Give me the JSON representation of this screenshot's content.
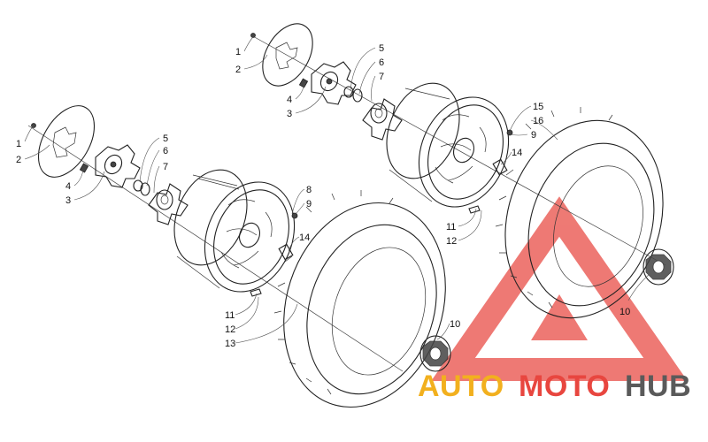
{
  "diagram": {
    "callouts_left": [
      "1",
      "2",
      "4",
      "3",
      "5",
      "6",
      "7",
      "8",
      "9",
      "14",
      "11",
      "12",
      "13",
      "10"
    ],
    "callouts_right": [
      "1",
      "2",
      "4",
      "3",
      "5",
      "6",
      "7",
      "15",
      "16",
      "9",
      "14",
      "11",
      "12",
      "10"
    ]
  },
  "watermark": {
    "part1": "AUTO",
    "part2": "MOTO",
    "part3": "HUB",
    "colors": {
      "auto": "#f2b01e",
      "moto": "#e8463f",
      "hub": "#5a5a5a",
      "triangle": "#e8463f"
    }
  }
}
